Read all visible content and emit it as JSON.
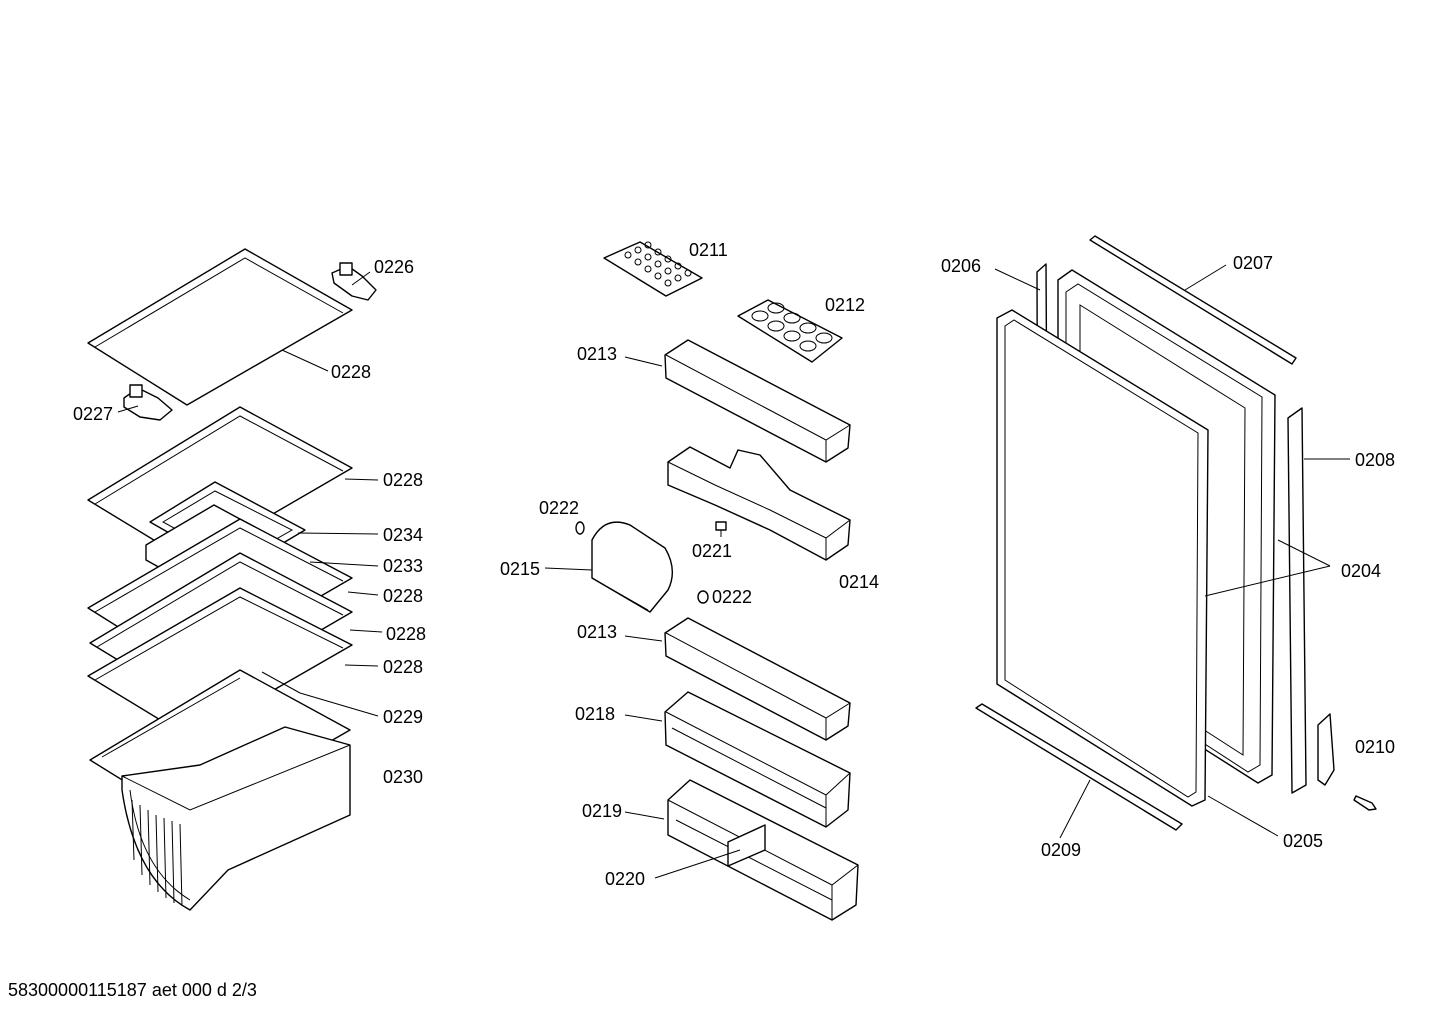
{
  "footer": {
    "text": "58300000115187 aet 000 d 2/3"
  },
  "labels": {
    "l0226": "0226",
    "l0228a": "0228",
    "l0227": "0227",
    "l0228b": "0228",
    "l0234": "0234",
    "l0233": "0233",
    "l0228c": "0228",
    "l0228d": "0228",
    "l0228e": "0228",
    "l0229": "0229",
    "l0230": "0230",
    "l0211": "0211",
    "l0212": "0212",
    "l0213a": "0213",
    "l0222a": "0222",
    "l0221": "0221",
    "l0215": "0215",
    "l0214": "0214",
    "l0222b": "0222",
    "l0213b": "0213",
    "l0218": "0218",
    "l0219": "0219",
    "l0220": "0220",
    "l0206": "0206",
    "l0207": "0207",
    "l0208": "0208",
    "l0204": "0204",
    "l0210": "0210",
    "l0209": "0209",
    "l0205": "0205"
  }
}
